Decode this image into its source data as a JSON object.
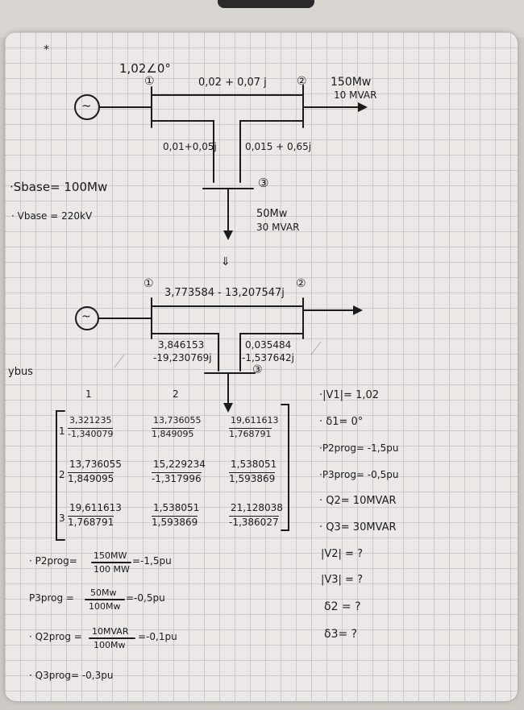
{
  "asterisk": "*",
  "diagram1": {
    "voltage": "1,02∠0°",
    "bus1": "①",
    "bus2": "②",
    "bus3": "③",
    "line12": "0,02 + 0,07 j",
    "line13": "0,01+0,05j",
    "line23": "0,015 + 0,65j",
    "load2_p": "150Mw",
    "load2_q": "10 MVAR",
    "load3_p": "50Mw",
    "load3_q": "30 MVAR",
    "generator_symbol": "~"
  },
  "bases": {
    "sbase": "·Sbase= 100Mw",
    "vbase": "· Vbase = 220kV"
  },
  "arrow_down": "⇓",
  "diagram2": {
    "bus1": "①",
    "bus2": "②",
    "bus3": "③",
    "y12": "3,773584 - 13,207547j",
    "y13_re": "3,846153",
    "y13_im": "-19,230769j",
    "y23_re": "0,035484",
    "y23_im": "-1,537642j",
    "generator_symbol": "~"
  },
  "ybus_label": "ybus",
  "ybus": {
    "col_headers": [
      "1",
      "2"
    ],
    "row_headers": [
      "1",
      "2",
      "3"
    ],
    "rows": [
      [
        [
          "3,321235",
          "-1,340079"
        ],
        [
          "13,736055",
          "1,849095"
        ],
        [
          "19,611613",
          "1,768791"
        ]
      ],
      [
        [
          "13,736055",
          "1,849095"
        ],
        [
          "15,229234",
          "-1,317996"
        ],
        [
          "1,538051",
          "1,593869"
        ]
      ],
      [
        [
          "19,611613",
          "1,768791"
        ],
        [
          "1,538051",
          "1,593869"
        ],
        [
          "21,128038",
          "-1,386027"
        ]
      ]
    ]
  },
  "right_list": [
    "·|V1|= 1,02",
    "· δ1= 0°",
    "·P2prog= -1,5pu",
    "·P3prog= -0,5pu",
    "· Q2= 10MVAR",
    "· Q3= 30MVAR",
    "|V2| = ?",
    "|V3| = ?",
    "δ2 = ?",
    "δ3= ?"
  ],
  "calcs": {
    "p2_label": "· P2prog=",
    "p2_num": "150MW",
    "p2_den": "100 MW",
    "p2_res": "=-1,5pu",
    "p3_label": "P3prog =",
    "p3_num": "50Mw",
    "p3_den": "100Mw",
    "p3_res": "=-0,5pu",
    "q2_label": "· Q2prog =",
    "q2_num": "10MVAR",
    "q2_den": "100Mw",
    "q2_res": "=-0,1pu",
    "q3_label": "· Q3prog= -0,3pu"
  }
}
